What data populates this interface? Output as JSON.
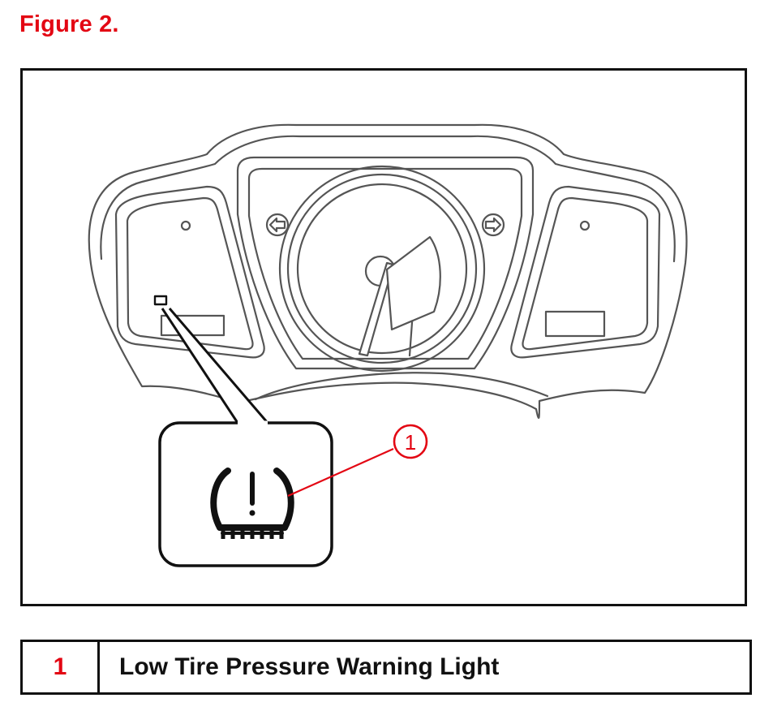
{
  "figure": {
    "title": "Figure 2.",
    "callout_number": "1"
  },
  "legend": {
    "rows": [
      {
        "number": "1",
        "label": "Low Tire Pressure Warning Light"
      }
    ]
  },
  "colors": {
    "accent_red": "#e30613",
    "line": "#111111",
    "drawing_line": "#555555"
  },
  "icons": {
    "tpms": "low-tire-pressure-warning-icon",
    "left_arrow": "left-turn-signal-icon",
    "right_arrow": "right-turn-signal-icon"
  }
}
